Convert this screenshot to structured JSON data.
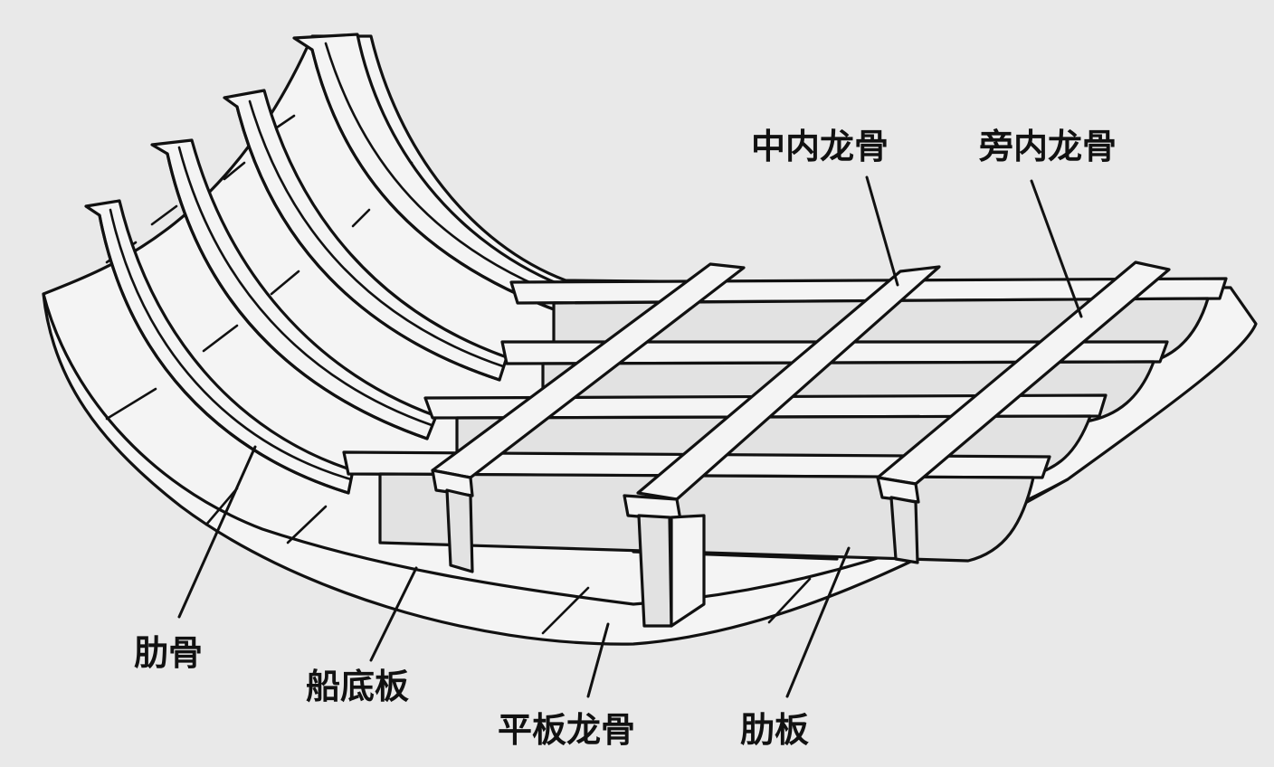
{
  "labels": {
    "center_keelson": "中内龙骨",
    "side_keelson": "旁内龙骨",
    "frame": "肋骨",
    "bottom_plating": "船底板",
    "flat_plate_keel": "平板龙骨",
    "floor_plate": "肋板"
  }
}
